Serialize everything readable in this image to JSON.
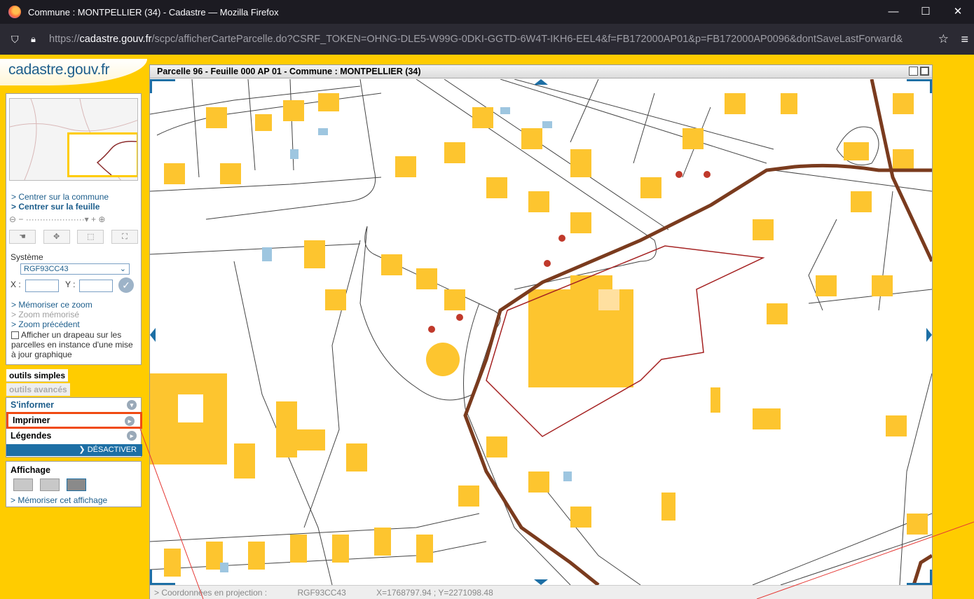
{
  "browser": {
    "window_title": "Commune : MONTPELLIER (34) - Cadastre — Mozilla Firefox",
    "url_prefix": "https://",
    "url_host": "cadastre.gouv.fr",
    "url_path": "/scpc/afficherCarteParcelle.do?CSRF_TOKEN=OHNG-DLE5-W99G-0DKI-GGTD-6W4T-IKH6-EEL4&f=FB172000AP01&p=FB172000AP0096&dontSaveLastForward&",
    "minimize": "—",
    "maximize": "☐",
    "close": "✕"
  },
  "site": {
    "logo": "cadastre.gouv.fr"
  },
  "navigation": {
    "center_commune": "> Centrer sur la commune",
    "center_sheet": "> Centrer sur la feuille",
    "system_label": "Système",
    "system_value": "RGF93CC43",
    "x_label": "X :",
    "y_label": "Y :",
    "memorize_zoom": "> Mémoriser ce zoom",
    "memorized_zoom": "> Zoom mémorisé",
    "previous_zoom": "> Zoom précédent",
    "flag_checkbox": "Afficher un drapeau sur les parcelles en instance d'une mise à jour graphique"
  },
  "tabs": {
    "simple": "outils simples",
    "advanced": "outils avancés"
  },
  "tools": {
    "inform": "S'informer",
    "print": "Imprimer",
    "legends": "Légendes",
    "deactivate": "DÉSACTIVER"
  },
  "display": {
    "title": "Affichage",
    "memorize": "> Mémoriser cet affichage"
  },
  "map": {
    "title": "Parcelle 96 - Feuille 000 AP 01 - Commune : MONTPELLIER (34)",
    "status_label": "> Coordonnées en projection :",
    "status_system": "RGF93CC43",
    "status_coords": "X=1768797.94 ; Y=2271098.48"
  },
  "colors": {
    "page_bg": "#ffcc00",
    "building": "#fdc52f",
    "commune_boundary": "#7a3b1e",
    "parcel_outline": "#a52222",
    "highlight": "#f04a12",
    "accent_blue": "#1d6fa5"
  }
}
